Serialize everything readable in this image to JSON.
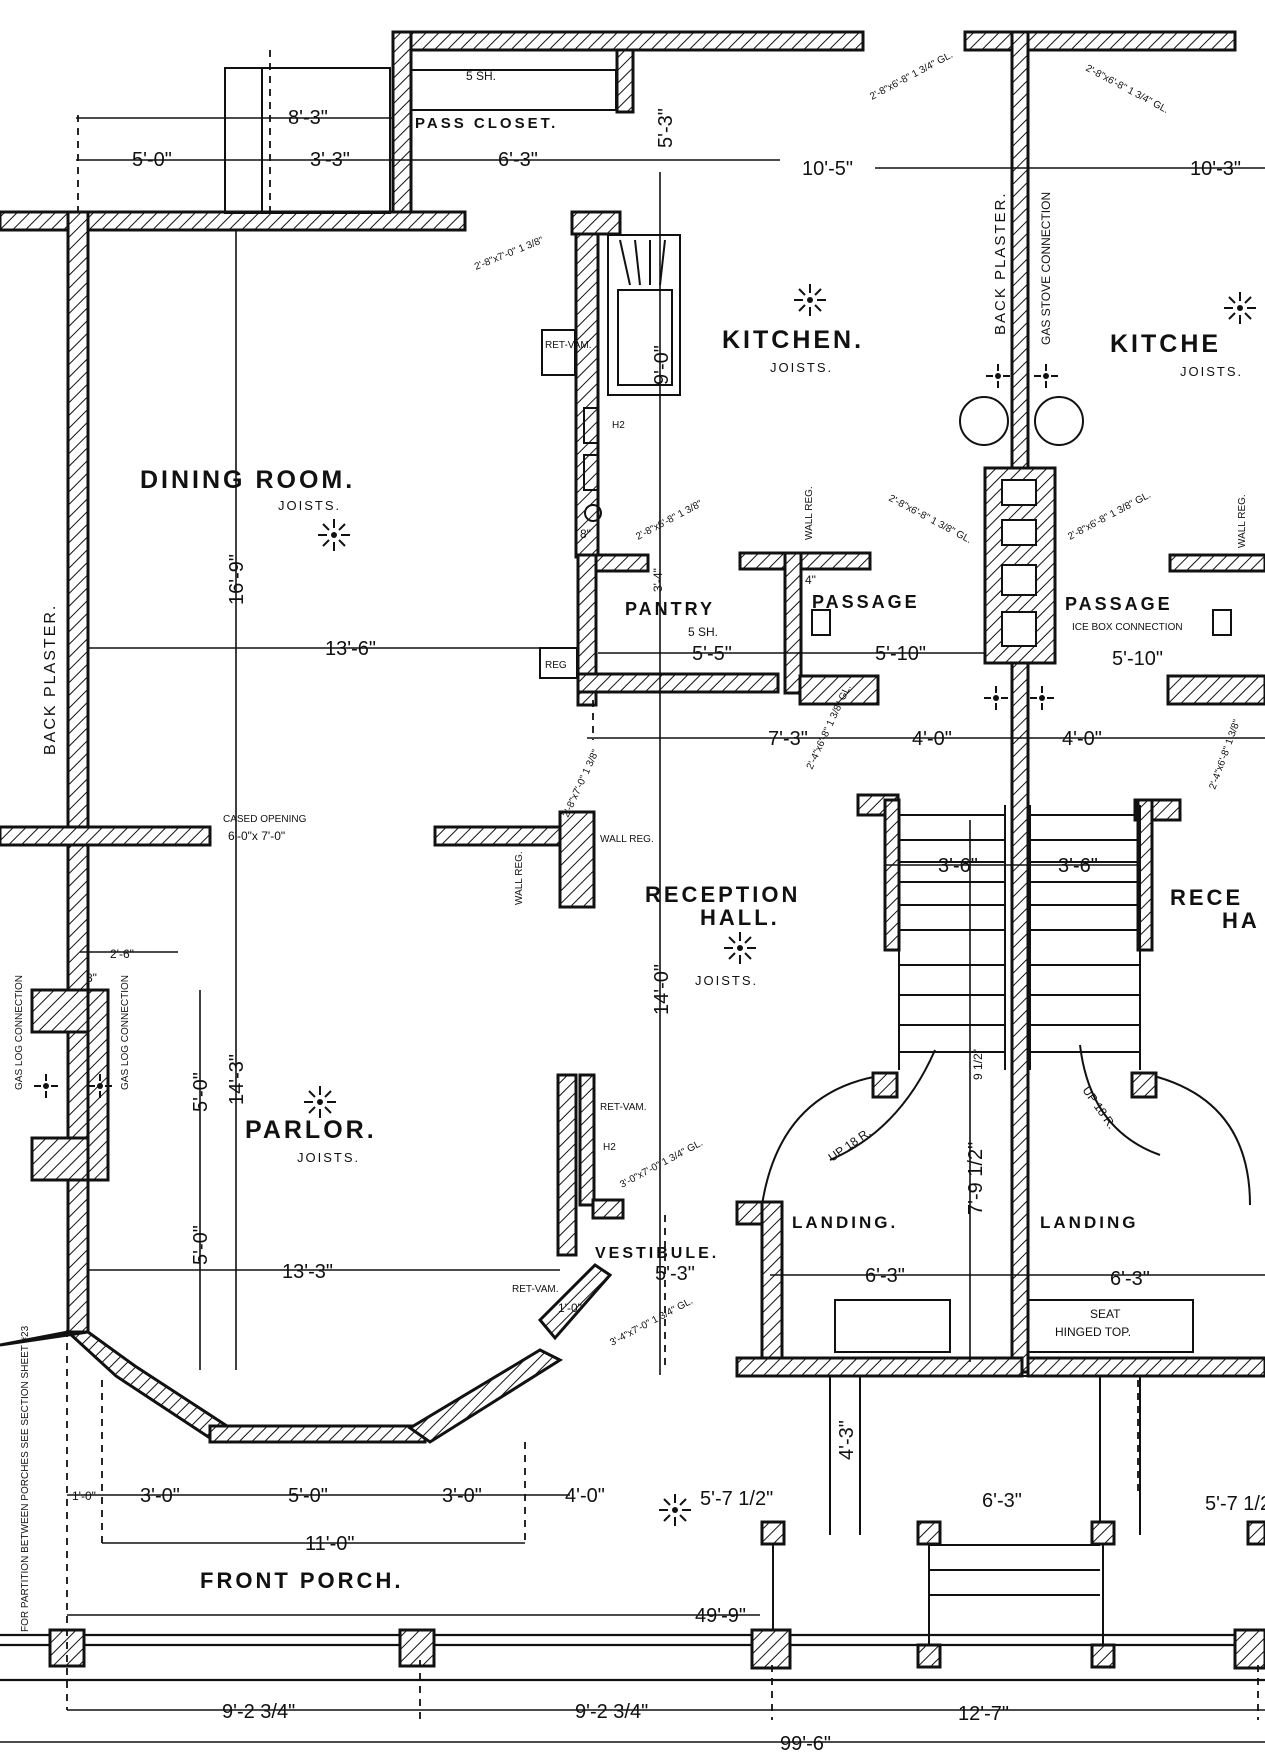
{
  "rooms": {
    "dining_room": "DINING ROOM.",
    "kitchen": "KITCHEN.",
    "kitchen_right": "KITCHE",
    "pantry": "PANTRY",
    "passage": "PASSAGE",
    "passage_right": "PASSAGE",
    "reception_hall": "RECEPTION",
    "reception_hall_2": "HALL.",
    "reception_right": "RECE",
    "reception_right_2": "HA",
    "parlor": "PARLOR.",
    "landing": "LANDING.",
    "landing_right": "LANDING",
    "vestibule": "VESTIBULE.",
    "front_porch": "FRONT PORCH.",
    "pass_closet": "PASS CLOSET."
  },
  "annotations": {
    "joists": "JOISTS.",
    "back_plaster_left": "BACK PLASTER.",
    "back_plaster_center": "BACK PLASTER.",
    "gas_stove": "GAS STOVE CONNECTION",
    "ice_box": "ICE BOX CONNECTION",
    "cased_opening": "CASED OPENING",
    "cased_opening_size": "6'-0\"x 7'-0\"",
    "wall_reg": "WALL REG.",
    "reg": "REG",
    "ret_vam": "RET-VAM.",
    "gas_log_left": "GAS LOG CONNECTION",
    "gas_log": "GAS LOG CONNECTION",
    "seat": "SEAT",
    "hinged_top": "HINGED TOP.",
    "up_left": "UP 18 R.",
    "up_right": "UP 18 R.",
    "partition_note": "FOR PARTITION BETWEEN PORCHES SEE SECTION SHEET #23",
    "ssh": "5 SH.",
    "ssh_2": "5 SH.",
    "h2": "H2",
    "door_1": "2'-8\"x6'-8\" 1 3/4\" GL.",
    "door_2": "2'-8\"x6'-8\" 1 3/4\" GL.",
    "door_3": "2'-8\"x7'-0\" 1 3/8\"",
    "door_4": "2'-8\"x6'-8\" 1 3/8\"",
    "door_5": "2'-8\"x6'-8\" 1 3/8\" GL.",
    "door_6": "2'-8\"x6'-8\" 1 3/8\" GL.",
    "door_7": "2'-4\"x6'-8\" 1 3/8\" GL.",
    "door_8": "2'-8\"x7'-0\" 1 3/8\"",
    "door_9": "3'-0\"x7'-0\" 1 3/4\" GL.",
    "door_10": "3'-4\"x7'-0\" 1 3/4\" GL.",
    "door_11": "2'-4\"x6'-8\" 1 3/8\""
  },
  "dimensions": {
    "d_8_3": "8'-3\"",
    "d_5_0_top": "5'-0\"",
    "d_3_3": "3'-3\"",
    "d_6_3_top": "6'-3\"",
    "d_10_5": "10'-5\"",
    "d_10_3": "10'-3\"",
    "d_5_3_vert": "5'-3\"",
    "d_9_0": "9'-0\"",
    "d_16_9": "16'-9\"",
    "d_13_6": "13'-6\"",
    "d_5_5": "5'-5\"",
    "d_5_10_a": "5'-10\"",
    "d_5_10_b": "5'-10\"",
    "d_7_3": "7'-3\"",
    "d_4_0_a": "4'-0\"",
    "d_4_0_b": "4'-0\"",
    "d_3_6_a": "3'-6\"",
    "d_3_6_b": "3'-6\"",
    "d_14_0": "14'-0\"",
    "d_14_3": "14'-3\"",
    "d_2_6": "2'-6\"",
    "d_8in": "8\"",
    "d_5_0_v1": "5'-0\"",
    "d_5_0_v2": "5'-0\"",
    "d_13_3": "13'-3\"",
    "d_5_3": "5'-3\"",
    "d_6_3_a": "6'-3\"",
    "d_6_3_b": "6'-3\"",
    "d_7_9h": "7'-9 1/2\"",
    "d_9h": "9 1/2\"",
    "d_1_0": "1'-0\"",
    "d_4_3": "4'-3\"",
    "d_1_0_b": "1'-0\"",
    "d_3_0_a": "3'-0\"",
    "d_5_0_b": "5'-0\"",
    "d_3_0_b": "3'-0\"",
    "d_4_0_c": "4'-0\"",
    "d_5_7h_a": "5'-7 1/2\"",
    "d_6_3_c": "6'-3\"",
    "d_5_7h_b": "5'-7 1/2\"",
    "d_11_0": "11'-0\"",
    "d_49_9": "49'-9\"",
    "d_9_2a": "9'-2 3/4\"",
    "d_9_2b": "9'-2 3/4\"",
    "d_12_7": "12'-7\"",
    "d_99_6": "99'-6\"",
    "d_3_4": "3'-4\"",
    "d_4in": "4\"",
    "d_8in_b": "8\""
  }
}
